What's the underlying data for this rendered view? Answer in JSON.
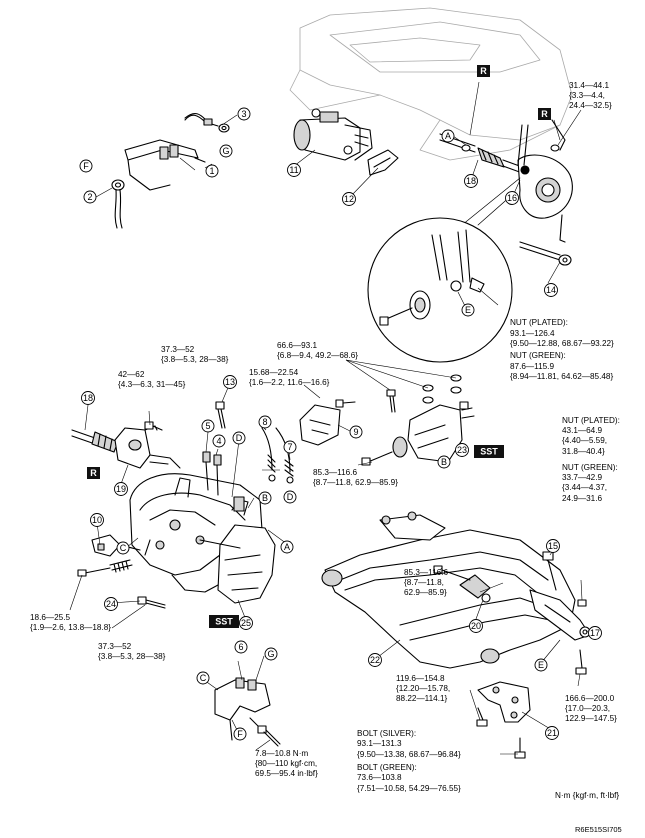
{
  "callouts": {
    "n1": "1",
    "n2": "2",
    "n3": "3",
    "n4": "4",
    "n5": "5",
    "n6": "6",
    "n7": "7",
    "n8": "8",
    "n9": "9",
    "n10": "10",
    "n11": "11",
    "n12": "12",
    "n13": "13",
    "n14": "14",
    "n15": "15",
    "n16": "16",
    "n17": "17",
    "n18": "18",
    "n19": "19",
    "n20": "20",
    "n21": "21",
    "n22": "22",
    "n23": "23",
    "n24": "24",
    "n25": "25",
    "A": "A",
    "B": "B",
    "C": "C",
    "D": "D",
    "E": "E",
    "F": "F",
    "G": "G"
  },
  "badges": {
    "R": "R",
    "SST": "SST"
  },
  "torque": {
    "t_top_right": [
      "31.4—44.1",
      "{3.3—4.4,",
      "24.4—32.5}"
    ],
    "t_nut_upper": [
      "NUT (PLATED):",
      "93.1—126.4",
      "{9.50—12.88, 68.67—93.22}",
      "NUT (GREEN):",
      "87.6—115.9",
      "{8.94—11.81, 64.62—85.48}"
    ],
    "t_mount_top": [
      "66.6—93.1",
      "{6.8—9.4, 49.2—68.6}"
    ],
    "t_15_68": [
      "15.68—22.54",
      "{1.6—2.2, 11.6—16.6}"
    ],
    "t_37_top": [
      "37.3—52",
      "{3.8—5.3, 28—38}"
    ],
    "t_42": [
      "42—62",
      "{4.3—6.3, 31—45}"
    ],
    "t_85_upper": [
      "85.3—116.6",
      "{8.7—11.8, 62.9—85.9}"
    ],
    "t_85_lower": [
      "85.3—116.6",
      "{8.7—11.8,",
      "62.9—85.9}"
    ],
    "t_nut_right": [
      "NUT (PLATED):",
      "43.1—64.9",
      "{4.40—5.59,",
      "31.8—40.4}",
      "NUT (GREEN):",
      "33.7—42.9",
      "{3.44—4.37,",
      "24.9—31.6"
    ],
    "t_18_6": [
      "18.6—25.5",
      "{1.9—2.6, 13.8—18.8}"
    ],
    "t_37_bottom": [
      "37.3—52",
      "{3.8—5.3, 28—38}"
    ],
    "t_119": [
      "119.6—154.8",
      "{12.20—15.78,",
      "88.22—114.1}"
    ],
    "t_166": [
      "166.6—200.0",
      "{17.0—20.3,",
      "122.9—147.5}"
    ],
    "t_7_8": [
      "7.8—10.8 N·m",
      "{80—110 kgf·cm,",
      "69.5—95.4 in·lbf}"
    ],
    "t_bolt": [
      "BOLT (SILVER):",
      "93.1—131.3",
      "{9.50—13.38, 68.67—96.84}",
      "BOLT (GREEN):",
      "73.6—103.8",
      "{7.51—10.58, 54.29—76.55}"
    ]
  },
  "units_note": "N·m {kgf·m, ft·lbf}",
  "figure_id": "R6E515SI705"
}
